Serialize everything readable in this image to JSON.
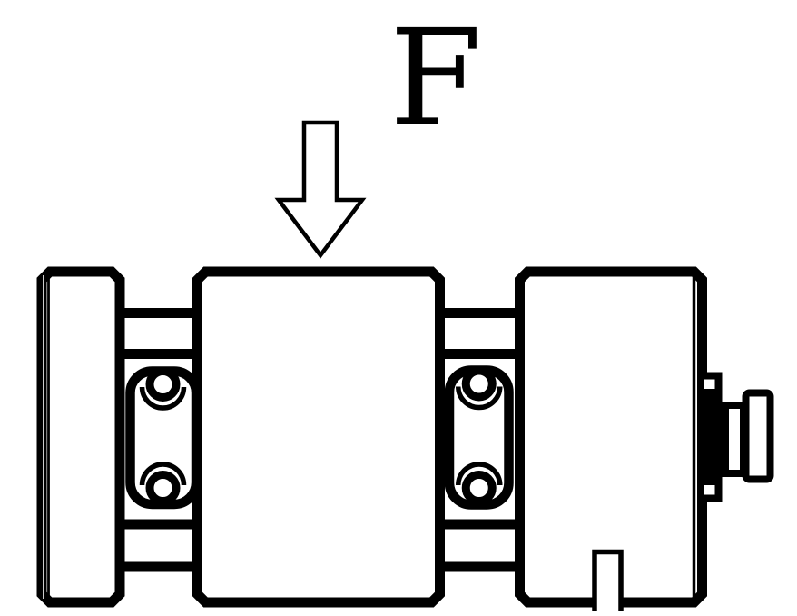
{
  "force_label": "F",
  "colors": {
    "line": "#000000",
    "background": "#ffffff"
  },
  "parts": {
    "arrow": "downward-force-arrow",
    "left_block": "left-end-collar",
    "center_block": "center-load-block",
    "right_block": "right-end-block",
    "left_bearing": "left-ball-bearing",
    "right_bearing": "right-ball-bearing",
    "shaft": "shaft-journal-lines",
    "stub": "output-shaft-stub",
    "notch": "keyway-notch"
  }
}
